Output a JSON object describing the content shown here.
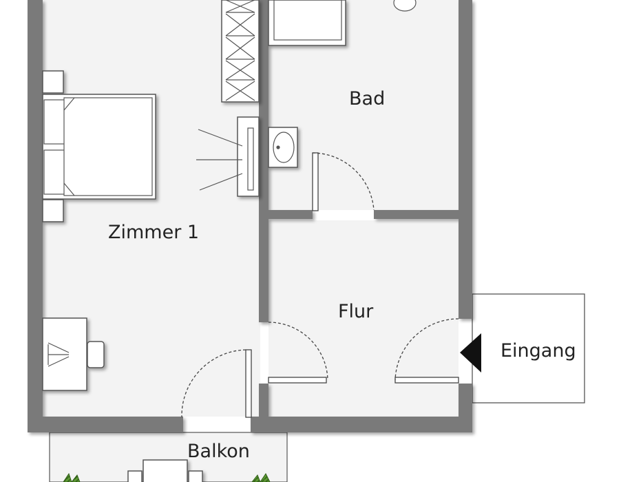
{
  "rooms": {
    "zimmer": "Zimmer 1",
    "bad": "Bad",
    "flur": "Flur",
    "balkon": "Balkon"
  },
  "entrance": {
    "label": "Eingang"
  },
  "colors": {
    "wall": "#7a7a7a",
    "floor": "#f3f3f3",
    "outline": "#555555",
    "furniture": "#ffffff",
    "plant": "#4f8a2a"
  },
  "icons": [
    "entrance-arrow-icon",
    "lamp-icon",
    "plant-icon"
  ]
}
